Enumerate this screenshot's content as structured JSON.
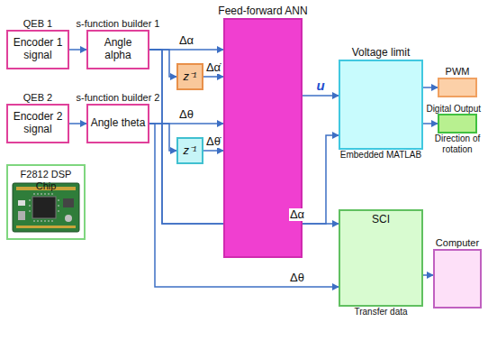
{
  "diagram": {
    "nodes": [
      {
        "text": [
          "QEB 1",
          "Encoder 1 signal"
        ]
      },
      {
        "text": [
          "s-function builder 1",
          "Angle alpha"
        ]
      },
      {
        "text": [
          "z⁻¹"
        ]
      },
      {
        "text": [
          "QEB 2",
          "Encoder 2 signal"
        ]
      },
      {
        "text": [
          "s-function builder 2",
          "Angle theta"
        ]
      },
      {
        "text": [
          "z⁻¹"
        ]
      },
      {
        "text": [
          "F2812 DSP Chip"
        ]
      },
      {
        "text": [
          "Feed-forward ANN"
        ]
      },
      {
        "text": [
          "Voltage limit",
          "Embedded MATLAB"
        ]
      },
      {
        "text": [
          "PWM"
        ]
      },
      {
        "text": [
          "Digital Output",
          "Direction of rotation"
        ]
      },
      {
        "text": [
          "SCI",
          "Transfer data"
        ]
      },
      {
        "text": [
          "Computer"
        ]
      }
    ],
    "edges": [
      {
        "from": 0,
        "to": 1,
        "arrow": "to"
      },
      {
        "from": 1,
        "to": 2,
        "arrow": "to"
      },
      {
        "from": 1,
        "to": 7,
        "arrow": "to",
        "label": "Δα"
      },
      {
        "from": 2,
        "to": 7,
        "arrow": "to",
        "label": "Δα̇"
      },
      {
        "from": 3,
        "to": 4,
        "arrow": "to"
      },
      {
        "from": 4,
        "to": 5,
        "arrow": "to"
      },
      {
        "from": 4,
        "to": 7,
        "arrow": "to",
        "label": "Δθ"
      },
      {
        "from": 5,
        "to": 7,
        "arrow": "to",
        "label": "Δθ̇"
      },
      {
        "from": 7,
        "to": 8,
        "arrow": "to",
        "label": "u"
      },
      {
        "from": 8,
        "to": 9,
        "arrow": "to"
      },
      {
        "from": 8,
        "to": 10,
        "arrow": "to"
      },
      {
        "from": 1,
        "to": 11,
        "arrow": "to",
        "label": "Δα"
      },
      {
        "from": 1,
        "to": 8,
        "arrow": "to"
      },
      {
        "from": 4,
        "to": 11,
        "arrow": "to",
        "label": "Δθ"
      },
      {
        "from": 11,
        "to": 12,
        "arrow": "to"
      }
    ]
  }
}
